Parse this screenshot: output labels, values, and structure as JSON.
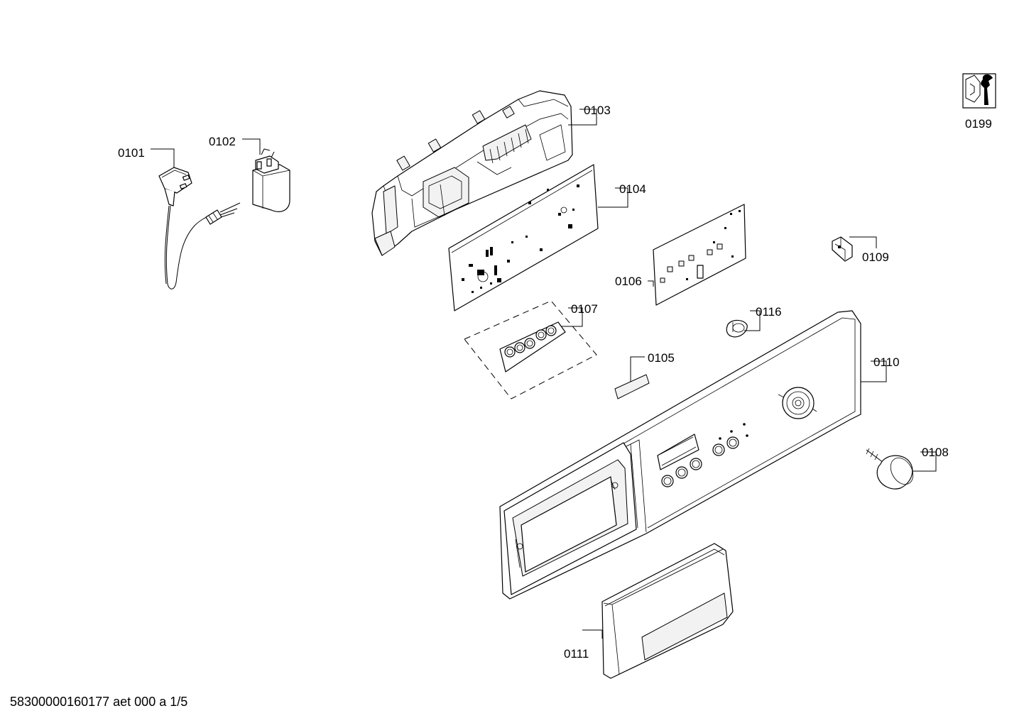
{
  "parts": {
    "p0101": "0101",
    "p0102": "0102",
    "p0103": "0103",
    "p0104": "0104",
    "p0105": "0105",
    "p0106": "0106",
    "p0107": "0107",
    "p0108": "0108",
    "p0109": "0109",
    "p0110": "0110",
    "p0111": "0111",
    "p0116": "0116",
    "p0199": "0199"
  },
  "footer": "58300000160177 aet 000 a 1/5",
  "icons": {
    "service_icon": "tool-wrench-icon"
  }
}
